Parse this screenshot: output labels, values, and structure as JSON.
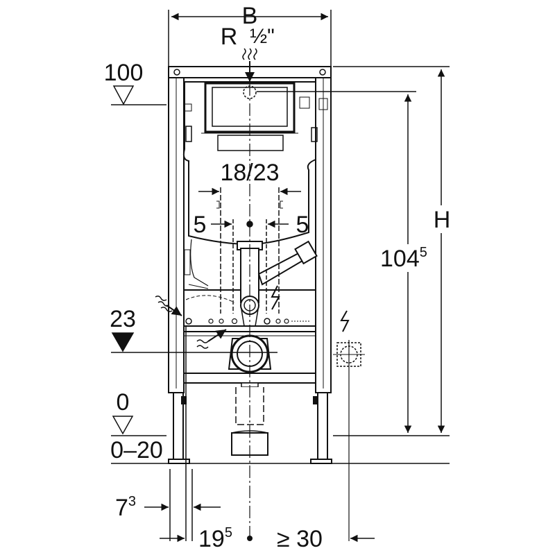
{
  "labels": {
    "width": "B",
    "thread": "R",
    "thread_size": "½\"",
    "level_100": "100",
    "level_23": "23",
    "level_0": "0",
    "floor_range": "0–20",
    "pipe_spacing": "18/23",
    "offset_left": "5",
    "offset_right": "5",
    "height_main": "104",
    "height_main_sup": "5",
    "height_total": "H",
    "depth_frame": "7",
    "depth_frame_sup": "3",
    "depth_axis": "19",
    "depth_axis_sup": "5",
    "min_distance": "≥ 30"
  },
  "icons": [
    "water-supply-icon",
    "electrical-icon",
    "waste-pipe-icon",
    "socket-icon",
    "cistern-icon"
  ],
  "colors": {
    "line": "#111111",
    "fill_dark": "#1a1a1a",
    "background": "#ffffff"
  }
}
